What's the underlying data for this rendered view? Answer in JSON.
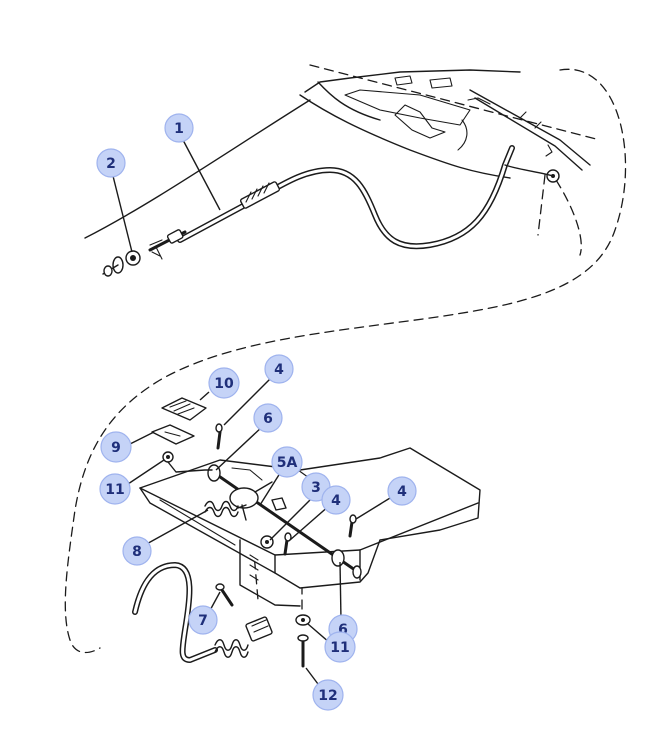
{
  "colors": {
    "bubble_fill": "#c5d3f7",
    "bubble_stroke": "#9fb3ee",
    "label_text": "#1f2f7a",
    "line": "#1b1b1b"
  },
  "callouts": [
    {
      "id": "c1",
      "label": "1"
    },
    {
      "id": "c2",
      "label": "2"
    },
    {
      "id": "c10",
      "label": "10"
    },
    {
      "id": "c4a",
      "label": "4"
    },
    {
      "id": "c6a",
      "label": "6"
    },
    {
      "id": "c9",
      "label": "9"
    },
    {
      "id": "c11a",
      "label": "11"
    },
    {
      "id": "c5a",
      "label": "5A"
    },
    {
      "id": "c3",
      "label": "3"
    },
    {
      "id": "c4b",
      "label": "4"
    },
    {
      "id": "c4c",
      "label": "4"
    },
    {
      "id": "c8",
      "label": "8"
    },
    {
      "id": "c7",
      "label": "7"
    },
    {
      "id": "c6b",
      "label": "6"
    },
    {
      "id": "c11b",
      "label": "11"
    },
    {
      "id": "c12",
      "label": "12"
    }
  ]
}
